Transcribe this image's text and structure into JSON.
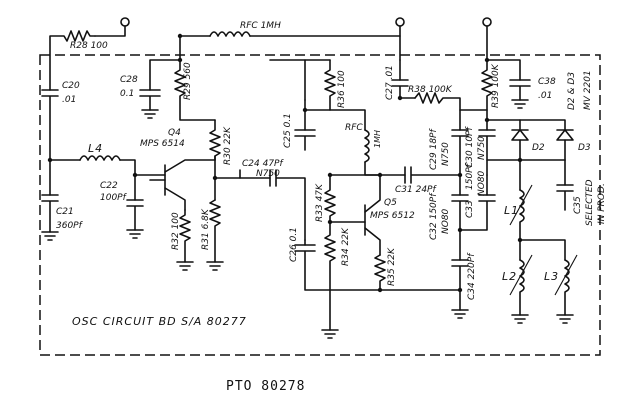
{
  "caption": "PTO  80278",
  "board_label": "OSC CIRCUIT BD  S/A 80277",
  "note_selected": "SELECTED",
  "note_in_prod": "IN PROD.",
  "labels": {
    "r28": "R28 100",
    "rfc1": "RFC 1MH",
    "c20": "C20",
    "c20v": ".01",
    "c28": "C28",
    "c28v": "0.1",
    "r29": "R29 560",
    "r36": "R36 100",
    "c25": "C25 0.1",
    "c27": "C27 .01",
    "r38": "R38 100K",
    "r39": "R39 100K",
    "c38": "C38",
    "c38v": ".01",
    "d2d3": "D2 & D3",
    "mv": "MV 2201",
    "l4": "L4",
    "q4": "Q4",
    "q4t": "MPS 6514",
    "r30": "R30 22K",
    "c22": "C22",
    "c22v": "100Pf",
    "c21": "C21",
    "c21v": "360Pf",
    "r32": "R32 100",
    "r31": "R31 6.8K",
    "c24": "C24 47Pf",
    "c24t": "N750",
    "rfc2": "RFC",
    "rfc2v": "1MH",
    "c26": "C26 0.1",
    "r33": "R33 47K",
    "r34": "R34 22K",
    "q5": "Q5",
    "q5t": "MPS 6512",
    "r35": "R35 22K",
    "c31": "C31 24Pf",
    "c29": "C29 18Pf",
    "c29t": "N750",
    "c30": "C30 10Pf",
    "c30t": "N750",
    "c32": "C32 150Pf",
    "c32t": "NO80",
    "c33": "C33",
    "c33v": "150Pf",
    "c33t": "NO80",
    "c34": "C34 220Pf",
    "c35": "C35",
    "d2": "D2",
    "d3": "D3",
    "l1": "L1",
    "l2": "L2",
    "l3": "L3"
  }
}
